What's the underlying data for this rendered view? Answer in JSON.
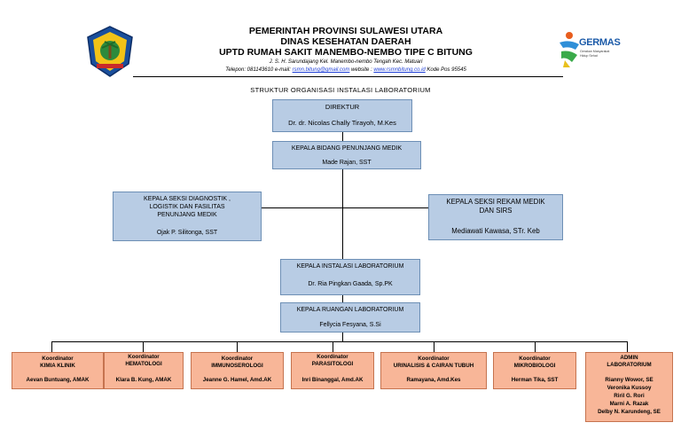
{
  "header": {
    "line1": "PEMERINTAH PROVINSI SULAWESI UTARA",
    "line2": "DINAS KESEHATAN DAERAH",
    "line3": "UPTD RUMAH SAKIT MANEMBO-NEMBO TIPE C BITUNG",
    "address": "J. S. H. Sarundajang Kel. Manembo-nembo Tengah Kec. Matuari",
    "contact_prefix": "Telepon: 081143610 e-mail: ",
    "email": "rsmn.bitung@gmail.com",
    "website_label": " website : ",
    "website": "www.rsmnbitung.co.id",
    "postal": " Kode Pos 95545",
    "germas_brand": "GERMAS",
    "germas_tagline1": "Gerakan Masyarakat",
    "germas_tagline2": "Hidup Sehat"
  },
  "title": "STRUKTUR ORGANISASI INSTALASI LABORATORIUM",
  "direktur": {
    "title": "DIREKTUR",
    "name": "Dr. dr. Nicolas Chally Tirayoh, M.Kes"
  },
  "kabid": {
    "title": "KEPALA BIDANG PENUNJANG MEDIK",
    "name": "Made Rajan, SST"
  },
  "kasi_diag": {
    "title1": "KEPALA SEKSI DIAGNOSTIK ,",
    "title2": "LOGISTIK DAN FASILITAS",
    "title3": "PENUNJANG MEDIK",
    "name": "Ojak P. Silitonga, SST"
  },
  "kasi_rekam": {
    "title1": "KEPALA SEKSI REKAM MEDIK",
    "title2": "DAN SIRS",
    "name": "Mediawati Kawasa, STr. Keb"
  },
  "ka_instalasi": {
    "title": "KEPALA INSTALASI LABORATORIUM",
    "name": "Dr. Ria Pingkan Gaada, Sp.PK"
  },
  "ka_ruangan": {
    "title": "KEPALA RUANGAN LABORATORIUM",
    "name": "Fellycia Fesyana, S.Si"
  },
  "coordinators": [
    {
      "l1": "Koordinator",
      "l2": "KIMIA KLINIK",
      "names": [
        "Aevan Buntuang, AMAK"
      ]
    },
    {
      "l1": "Koordinator",
      "l2": "HEMATOLOGI",
      "names": [
        "Klara B. Kung, AMAK"
      ]
    },
    {
      "l1": "Koordinator",
      "l2": "IMMUNOSEROLOGI",
      "names": [
        "Jeanne G. Hamel, Amd.AK"
      ]
    },
    {
      "l1": "Koordinator",
      "l2": "PARASITOLOGI",
      "names": [
        "Inri Binanggal, Amd.AK"
      ]
    },
    {
      "l1": "Koordinator",
      "l2": "URINALISIS & CAIRAN TUBUH",
      "names": [
        "Ramayana, Amd.Kes"
      ]
    },
    {
      "l1": "Koordinator",
      "l2": "MIKROBIOLOGI",
      "names": [
        "Herman Tika, SST"
      ]
    },
    {
      "l1": "ADMIN",
      "l2": "LABORATORIUM",
      "names": [
        "Rianny Wowor, SE",
        "Veronika Kussoy",
        "Riril G. Rori",
        "Marni A. Razak",
        "Delby N. Karundeng, SE"
      ]
    }
  ],
  "colors": {
    "blue_box": "#b8cce4",
    "blue_border": "#6d8fb5",
    "orange_box": "#f8b698",
    "orange_border": "#c5734f",
    "link": "#1f3fd6"
  }
}
